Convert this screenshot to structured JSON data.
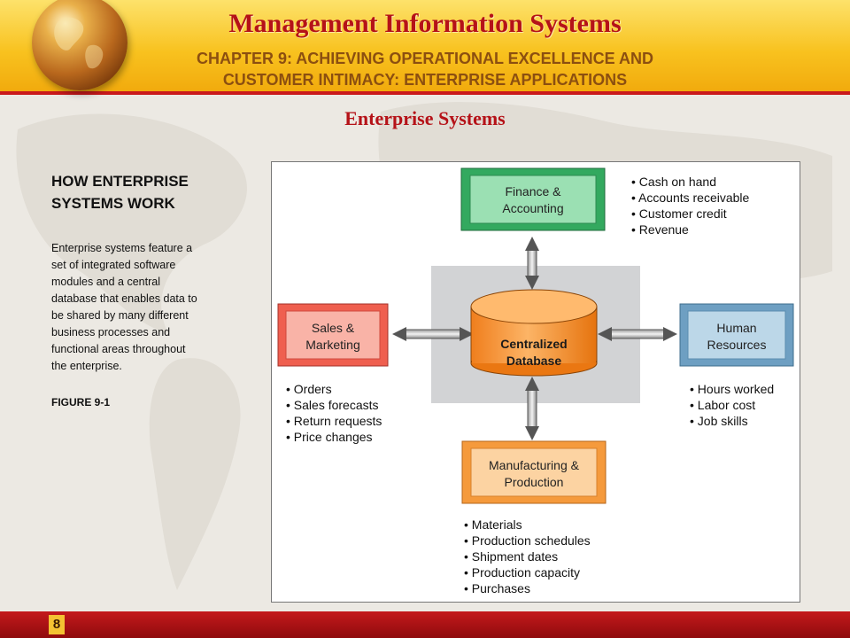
{
  "header": {
    "title": "Management Information Systems",
    "chapter_line1": "CHAPTER 9: ACHIEVING OPERATIONAL EXCELLENCE AND",
    "chapter_line2": "CUSTOMER INTIMACY: ENTERPRISE APPLICATIONS"
  },
  "section_title": "Enterprise Systems",
  "left_panel": {
    "heading_line1": "HOW ENTERPRISE",
    "heading_line2": "SYSTEMS WORK",
    "body_lines": [
      "Enterprise systems feature a",
      "set of integrated software",
      "modules and a central",
      "database that enables data to",
      "be shared by many different",
      "business processes and",
      "functional areas throughout",
      "the enterprise."
    ],
    "figure_label": "FIGURE 9-1"
  },
  "diagram": {
    "database": {
      "line1": "Centralized",
      "line2": "Database"
    },
    "modules": {
      "finance": {
        "line1": "Finance &",
        "line2": "Accounting",
        "items": [
          "Cash on hand",
          "Accounts receivable",
          "Customer credit",
          "Revenue"
        ],
        "color": "#4dc07a"
      },
      "sales": {
        "line1": "Sales &",
        "line2": "Marketing",
        "items": [
          "Orders",
          "Sales forecasts",
          "Return requests",
          "Price changes"
        ],
        "color": "#f47c6c"
      },
      "hr": {
        "line1": "Human",
        "line2": "Resources",
        "items": [
          "Hours worked",
          "Labor cost",
          "Job skills"
        ],
        "color": "#8db8d4"
      },
      "manufacturing": {
        "line1": "Manufacturing &",
        "line2": "Production",
        "items": [
          "Materials",
          "Production schedules",
          "Shipment dates",
          "Production capacity",
          "Purchases"
        ],
        "color": "#f8b25e"
      }
    }
  },
  "footer": {
    "page_number": "8"
  }
}
